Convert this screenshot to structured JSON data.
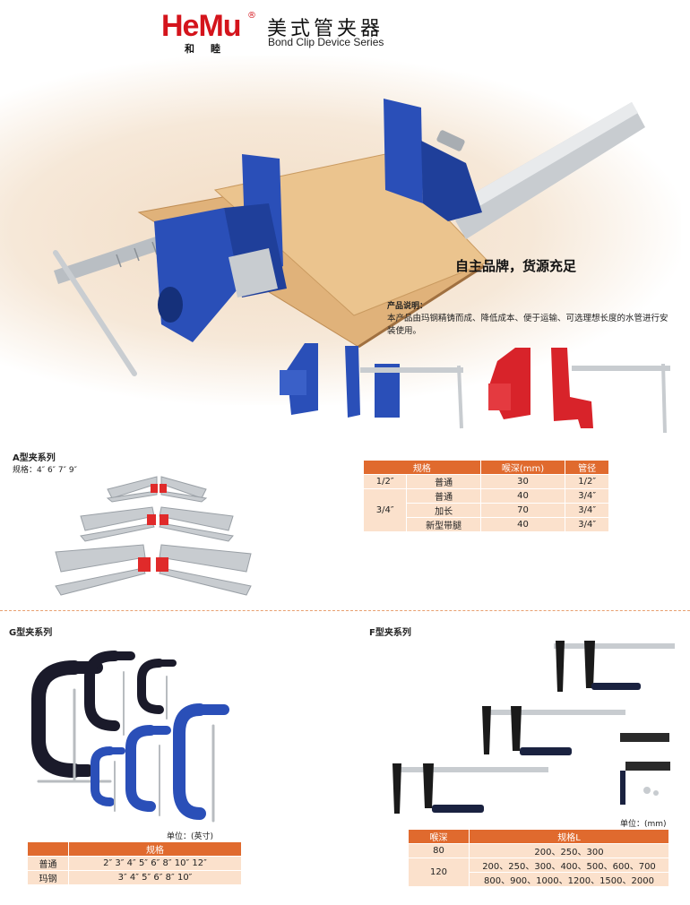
{
  "header": {
    "logo": "HeMu",
    "logo_mark": "®",
    "logo_cn": "和睦",
    "title_cn": "美式管夹器",
    "title_en": "Bond Clip Device Series"
  },
  "hero": {
    "slogan": "自主品牌，货源充足",
    "desc_title": "产品说明：",
    "desc_body": "本产品由玛钢精铸而成、降低成本、便于运输、可选理想长度的水管进行安装使用。"
  },
  "a_series": {
    "title": "A型夹系列",
    "spec": "规格：4″ 6″ 7″ 9″"
  },
  "pipe_table": {
    "headers": [
      "规格",
      "喉深(mm)",
      "管径"
    ],
    "rows": [
      {
        "size": "1/2″",
        "type": "普通",
        "depth": "30",
        "pipe": "1/2″"
      },
      {
        "size": "3/4″",
        "type": "普通",
        "depth": "40",
        "pipe": "3/4″"
      },
      {
        "size": "",
        "type": "加长",
        "depth": "70",
        "pipe": "3/4″"
      },
      {
        "size": "",
        "type": "新型带腿",
        "depth": "40",
        "pipe": "3/4″"
      }
    ]
  },
  "g_series": {
    "title": "G型夹系列",
    "unit": "单位：(英寸)",
    "header": "规格",
    "rows": [
      {
        "type": "普通",
        "spec": "2″ 3″ 4″ 5″ 6″ 8″ 10″ 12″"
      },
      {
        "type": "玛钢",
        "spec": "3″ 4″ 5″ 6″ 8″ 10″"
      }
    ]
  },
  "f_series": {
    "title": "F型夹系列",
    "unit": "单位：(mm)",
    "headers": [
      "喉深",
      "规格L"
    ],
    "rows": [
      {
        "depth": "80",
        "spec": "200、250、300"
      },
      {
        "depth": "120",
        "spec": "200、250、300、400、500、600、700"
      },
      {
        "depth": "",
        "spec": "800、900、1000、1200、1500、2000"
      }
    ]
  },
  "colors": {
    "brand_red": "#d4141c",
    "table_header": "#e06a2e",
    "table_cell": "#fbe1cc",
    "clamp_blue": "#2a4fb8",
    "clamp_red": "#d8232a"
  }
}
